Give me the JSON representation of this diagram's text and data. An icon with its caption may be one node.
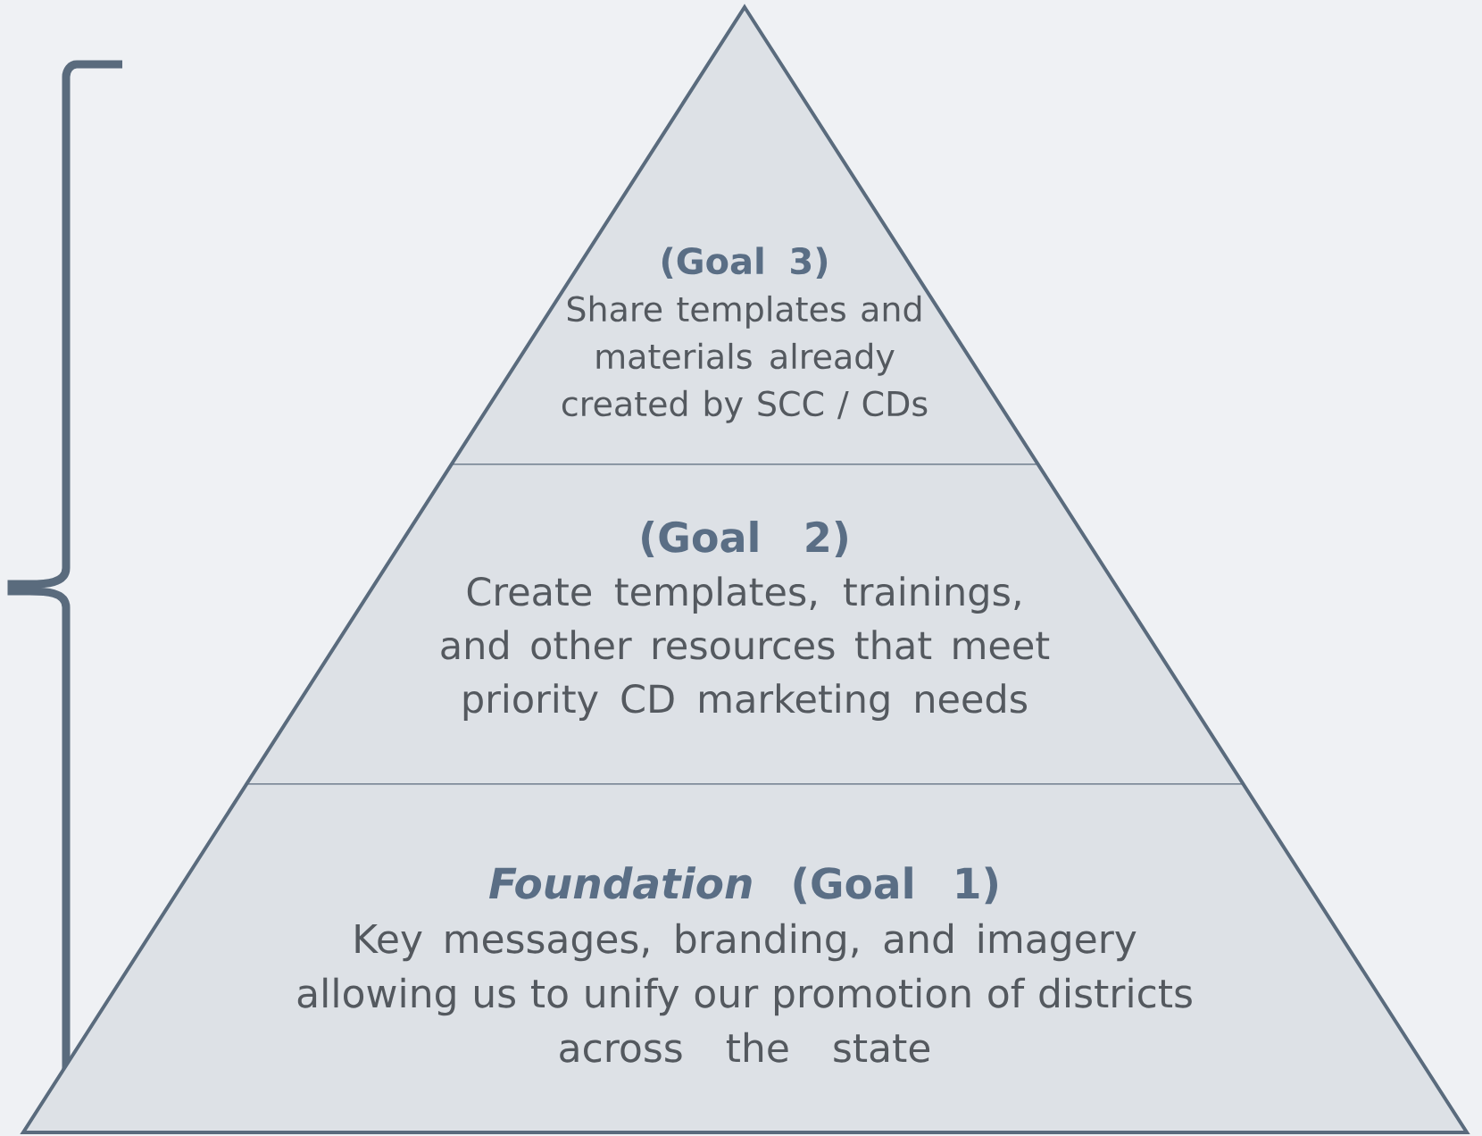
{
  "diagram": {
    "nodes": [
      {
        "text": [
          "(Goal 3)",
          "Share templates and materials already created by SCC / CDs"
        ]
      },
      {
        "text": [
          "(Goal 2)",
          "Create templates, trainings, and other resources that meet priority CD marketing needs"
        ]
      },
      {
        "text": [
          "*Foundation* (Goal 1)",
          "Key messages, branding, and imagery allowing us to unify our promotion of districts across the state"
        ]
      }
    ]
  }
}
